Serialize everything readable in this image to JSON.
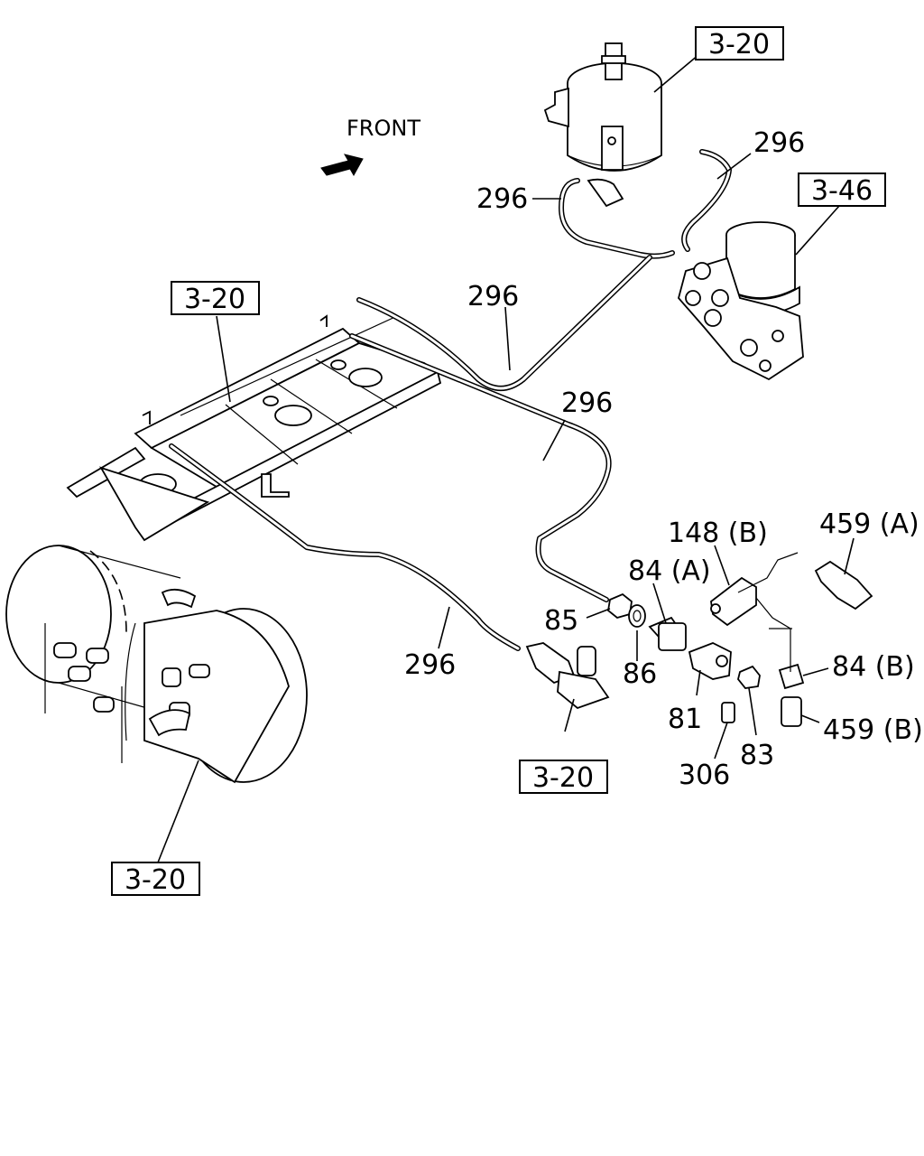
{
  "front_label": "FRONT",
  "refs": {
    "ref_top": "3-20",
    "ref_dryer": "3-46",
    "ref_frame": "3-20",
    "ref_valve": "3-20",
    "ref_tank": "3-20"
  },
  "callouts": {
    "c296_a": "296",
    "c296_b": "296",
    "c296_c": "296",
    "c296_d": "296",
    "c296_e": "296",
    "c148b": "148 (B)",
    "c459a": "459 (A)",
    "c84a": "84 (A)",
    "c85": "85",
    "c86": "86",
    "c84b": "84 (B)",
    "c81": "81",
    "c459b": "459 (B)",
    "c83": "83",
    "c306": "306"
  }
}
